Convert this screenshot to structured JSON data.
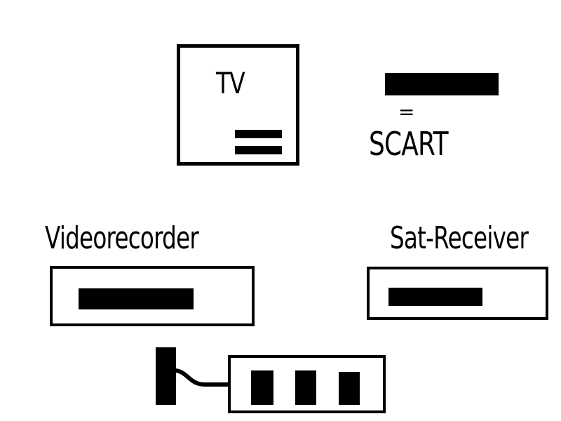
{
  "tv": {
    "label": "TV"
  },
  "legend": {
    "equals": "=",
    "label": "SCART"
  },
  "videorecorder": {
    "label": "Videorecorder"
  },
  "sat_receiver": {
    "label": "Sat-Receiver"
  },
  "power_strip": {
    "sockets": 3
  },
  "colors": {
    "ink": "#000000",
    "background": "#ffffff"
  }
}
